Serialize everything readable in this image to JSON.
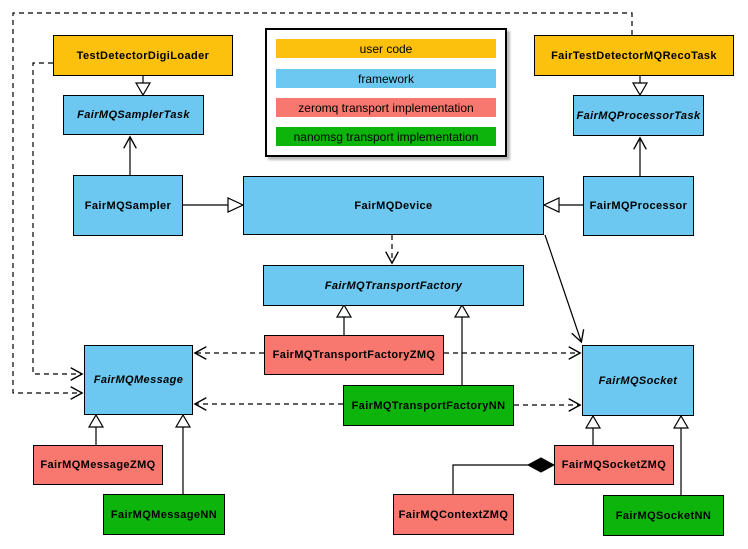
{
  "legend": {
    "items": [
      {
        "label": "user code",
        "color": "#FCC10D"
      },
      {
        "label": "framework",
        "color": "#6CC8F0"
      },
      {
        "label": "zeromq transport implementation",
        "color": "#F8776F"
      },
      {
        "label": "nanomsg transport implementation",
        "color": "#0CB40C"
      }
    ]
  },
  "nodes": {
    "testDetectorDigiLoader": {
      "label": "TestDetectorDigiLoader",
      "category": "user code",
      "abstract": false
    },
    "fairTestDetectorMQRecoTask": {
      "label": "FairTestDetectorMQRecoTask",
      "category": "user code",
      "abstract": false
    },
    "fairMQSamplerTask": {
      "label": "FairMQSamplerTask",
      "category": "framework",
      "abstract": true
    },
    "fairMQProcessorTask": {
      "label": "FairMQProcessorTask",
      "category": "framework",
      "abstract": true
    },
    "fairMQSampler": {
      "label": "FairMQSampler",
      "category": "framework",
      "abstract": false
    },
    "fairMQDevice": {
      "label": "FairMQDevice",
      "category": "framework",
      "abstract": false
    },
    "fairMQProcessor": {
      "label": "FairMQProcessor",
      "category": "framework",
      "abstract": false
    },
    "fairMQTransportFactory": {
      "label": "FairMQTransportFactory",
      "category": "framework",
      "abstract": true
    },
    "fairMQTransportFactoryZMQ": {
      "label": "FairMQTransportFactoryZMQ",
      "category": "zeromq",
      "abstract": false
    },
    "fairMQTransportFactoryNN": {
      "label": "FairMQTransportFactoryNN",
      "category": "nanomsg",
      "abstract": false
    },
    "fairMQMessage": {
      "label": "FairMQMessage",
      "category": "framework",
      "abstract": true
    },
    "fairMQSocket": {
      "label": "FairMQSocket",
      "category": "framework",
      "abstract": true
    },
    "fairMQMessageZMQ": {
      "label": "FairMQMessageZMQ",
      "category": "zeromq",
      "abstract": false
    },
    "fairMQMessageNN": {
      "label": "FairMQMessageNN",
      "category": "nanomsg",
      "abstract": false
    },
    "fairMQContextZMQ": {
      "label": "FairMQContextZMQ",
      "category": "zeromq",
      "abstract": false
    },
    "fairMQSocketZMQ": {
      "label": "FairMQSocketZMQ",
      "category": "zeromq",
      "abstract": false
    },
    "fairMQSocketNN": {
      "label": "FairMQSocketNN",
      "category": "nanomsg",
      "abstract": false
    }
  },
  "relationships": [
    {
      "from": "TestDetectorDigiLoader",
      "to": "FairMQSamplerTask",
      "type": "inheritance"
    },
    {
      "from": "FairTestDetectorMQRecoTask",
      "to": "FairMQProcessorTask",
      "type": "inheritance"
    },
    {
      "from": "FairMQSampler",
      "to": "FairMQSamplerTask",
      "type": "association"
    },
    {
      "from": "FairMQProcessor",
      "to": "FairMQProcessorTask",
      "type": "association"
    },
    {
      "from": "FairMQSampler",
      "to": "FairMQDevice",
      "type": "inheritance"
    },
    {
      "from": "FairMQProcessor",
      "to": "FairMQDevice",
      "type": "inheritance"
    },
    {
      "from": "FairMQDevice",
      "to": "FairMQTransportFactory",
      "type": "dependency"
    },
    {
      "from": "FairMQDevice",
      "to": "FairMQSocket",
      "type": "association"
    },
    {
      "from": "FairMQTransportFactoryZMQ",
      "to": "FairMQTransportFactory",
      "type": "inheritance"
    },
    {
      "from": "FairMQTransportFactoryNN",
      "to": "FairMQTransportFactory",
      "type": "inheritance"
    },
    {
      "from": "FairMQTransportFactoryZMQ",
      "to": "FairMQMessage",
      "type": "dependency"
    },
    {
      "from": "FairMQTransportFactoryZMQ",
      "to": "FairMQSocket",
      "type": "dependency"
    },
    {
      "from": "FairMQTransportFactoryNN",
      "to": "FairMQMessage",
      "type": "dependency"
    },
    {
      "from": "FairMQTransportFactoryNN",
      "to": "FairMQSocket",
      "type": "dependency"
    },
    {
      "from": "TestDetectorDigiLoader",
      "to": "FairMQMessage",
      "type": "dependency"
    },
    {
      "from": "FairTestDetectorMQRecoTask",
      "to": "FairMQMessage",
      "type": "dependency"
    },
    {
      "from": "FairMQMessageZMQ",
      "to": "FairMQMessage",
      "type": "inheritance"
    },
    {
      "from": "FairMQMessageNN",
      "to": "FairMQMessage",
      "type": "inheritance"
    },
    {
      "from": "FairMQSocketZMQ",
      "to": "FairMQSocket",
      "type": "inheritance"
    },
    {
      "from": "FairMQSocketNN",
      "to": "FairMQSocket",
      "type": "inheritance"
    },
    {
      "from": "FairMQSocketZMQ",
      "to": "FairMQContextZMQ",
      "type": "composition"
    }
  ]
}
